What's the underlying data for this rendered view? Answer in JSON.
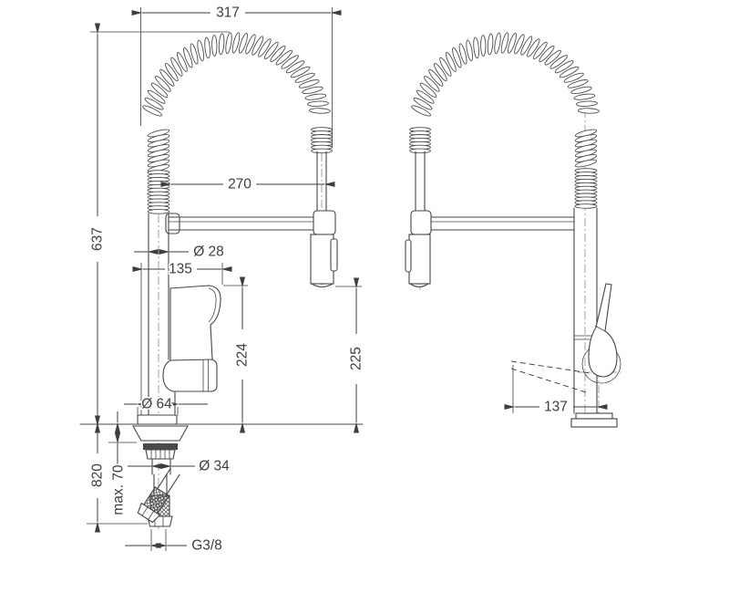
{
  "palette": {
    "line_color": "#454545",
    "dimension_color": "#3e3e3e",
    "text_color": "#3e3e3e",
    "centerline_color": "#9a9a9a",
    "background": "#ffffff"
  },
  "dimensions_mm": {
    "overall_width": "317",
    "spout_height": "637",
    "hose_length_below_spout": "270",
    "column_diameter": "Ø 28",
    "handle_offset": "135",
    "handle_height_above_counter": "224",
    "spray_head_clearance": "225",
    "base_diameter": "Ø 64",
    "supply_hose_length": "820",
    "max_counter_thickness": "max. 70",
    "shank_diameter": "Ø 34",
    "supply_connection": "G3/8",
    "lever_swing_radius": "137"
  }
}
